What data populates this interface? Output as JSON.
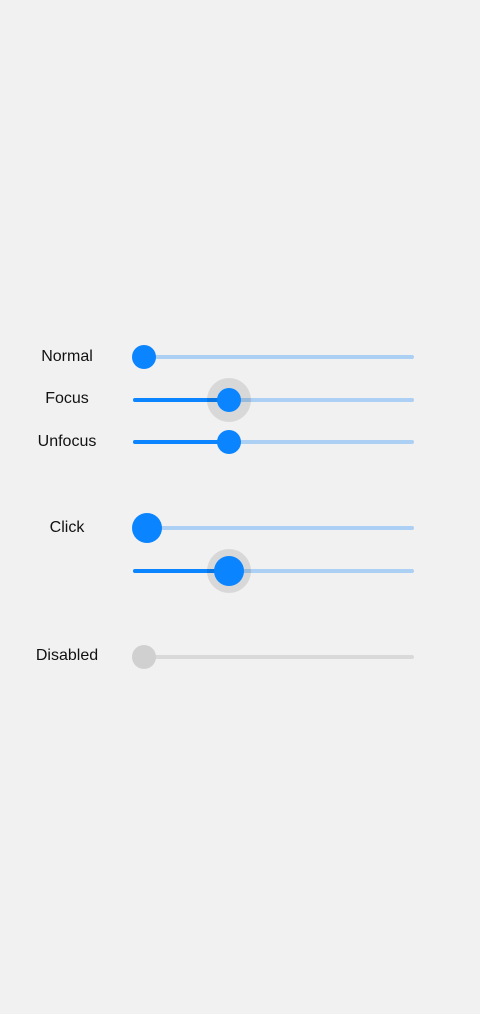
{
  "colors": {
    "accent": "#0a84ff",
    "track": "#acd0f4",
    "disabled_thumb": "#d0d0d0",
    "disabled_track": "#d9d9d9",
    "background": "#f1f1f1"
  },
  "rows": {
    "normal": {
      "label": "Normal",
      "value": 0.04
    },
    "focus": {
      "label": "Focus",
      "value": 0.34
    },
    "unfocus": {
      "label": "Unfocus",
      "value": 0.34
    },
    "click": {
      "label": "Click",
      "value": 0.05
    },
    "click_active": {
      "label": "",
      "value": 0.34
    },
    "disabled": {
      "label": "Disabled",
      "value": 0.04
    }
  }
}
